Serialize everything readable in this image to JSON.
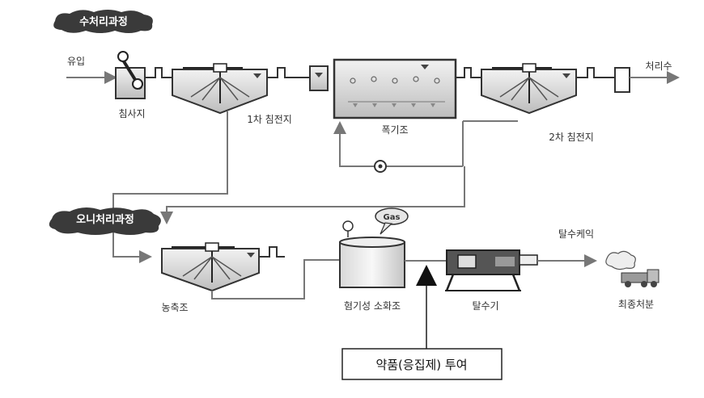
{
  "sections": {
    "water": "수처리과정",
    "sludge": "오니처리과정"
  },
  "labels": {
    "inflow": "유입",
    "grit": "침사지",
    "primary": "1차 침전지",
    "aeration": "폭기조",
    "secondary": "2차 침전지",
    "effluent": "처리수",
    "thickener": "농축조",
    "digester": "혐기성 소화조",
    "gas": "Gas",
    "dewater": "탈수기",
    "cake": "탈수케익",
    "disposal": "최종처분"
  },
  "callout": "약품(응집제) 투여"
}
